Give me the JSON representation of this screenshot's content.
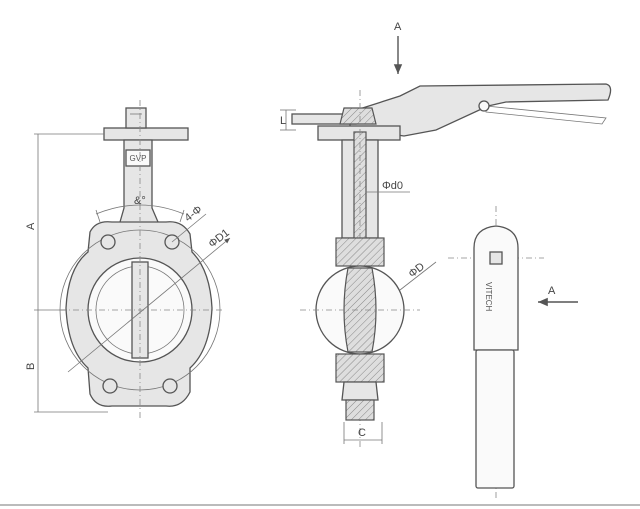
{
  "labels": {
    "section_arrow_top": "A",
    "section_arrow_right": "A",
    "dim_A": "A",
    "dim_B": "B",
    "dim_L": "L",
    "dim_C": "C",
    "dim_D1": "ΦD1",
    "dim_D": "ΦD",
    "dim_d0": "Φd0",
    "bolt_holes": "4-Φ",
    "angle": "&°",
    "stem_mark": "GVP",
    "brand": "VITECH"
  }
}
